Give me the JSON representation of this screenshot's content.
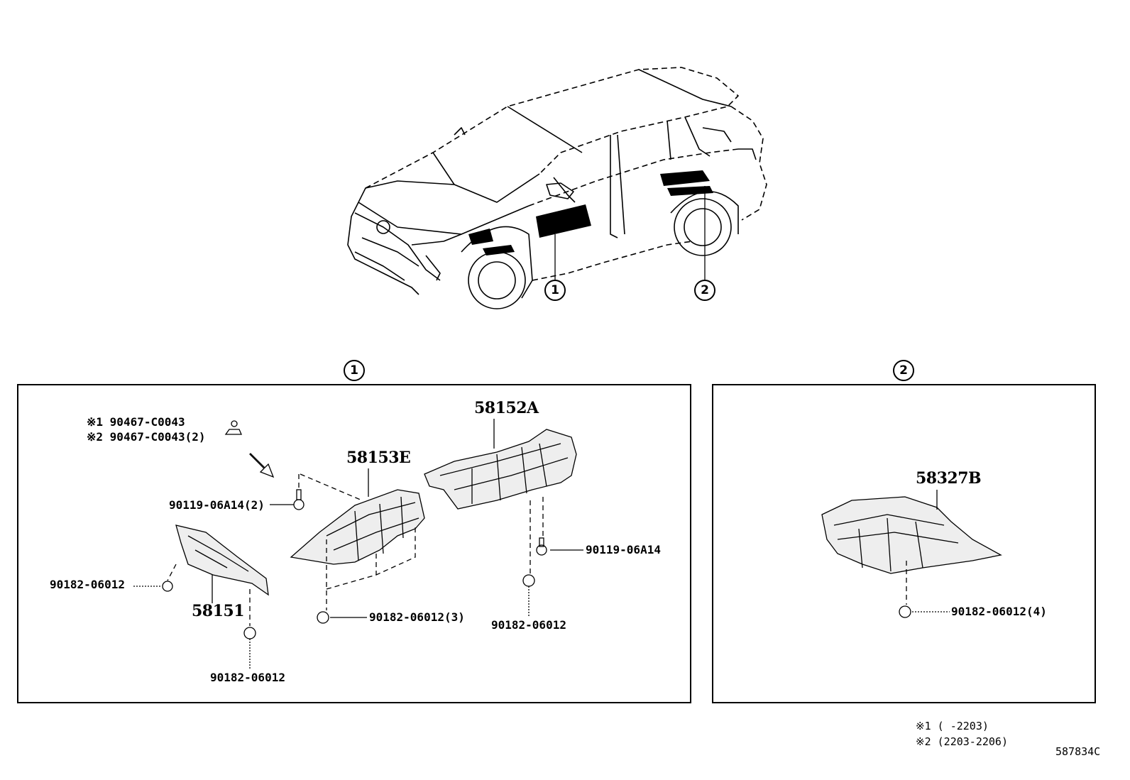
{
  "callouts": {
    "front_marker": "1",
    "rear_marker": "2",
    "panel1_marker": "1",
    "panel2_marker": "2"
  },
  "panel1": {
    "clip_line1": "※1 90467-C0043",
    "clip_line2": "※2 90467-C0043(2)",
    "part_58152A": "58152A",
    "part_58153E": "58153E",
    "part_58151": "58151",
    "bolt_a": "90119-06A14(2)",
    "bolt_b": "90119-06A14",
    "nut_left": "90182-06012",
    "nut_center": "90182-06012(3)",
    "nut_right": "90182-06012",
    "nut_bottom": "90182-06012"
  },
  "panel2": {
    "part_58327B": "58327B",
    "nut": "90182-06012(4)"
  },
  "footnotes": {
    "note1": "※1 (      -2203)",
    "note2": "※2 (2203-2206)"
  },
  "diagram_id": "587834C"
}
